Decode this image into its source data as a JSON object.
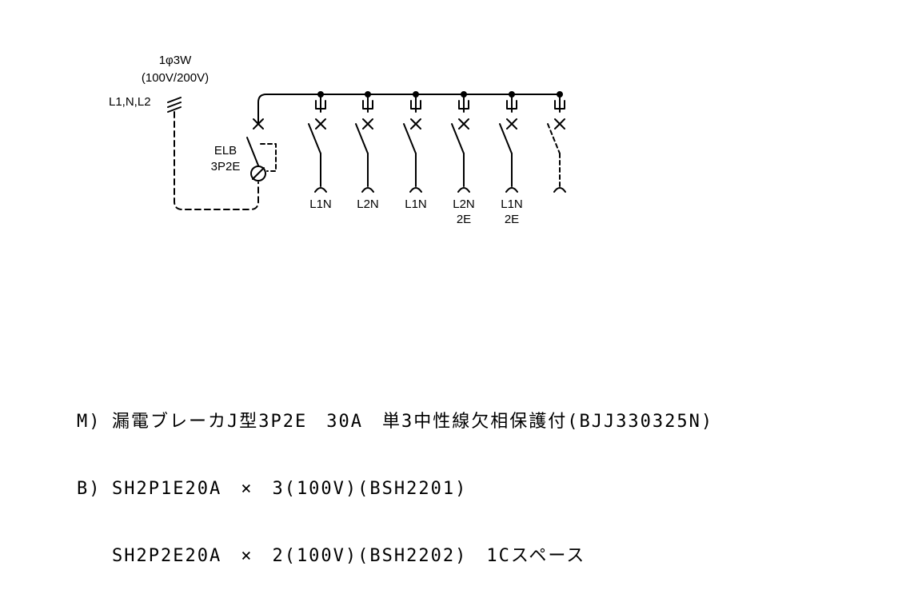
{
  "supply": {
    "phase": "1φ3W",
    "voltage": "(100V/200V)",
    "lines": "L1,N,L2"
  },
  "main_breaker": {
    "type": "ELB",
    "poles": "3P2E"
  },
  "branches": [
    {
      "label1": "L1N",
      "label2": "",
      "spare": false
    },
    {
      "label1": "L2N",
      "label2": "",
      "spare": false
    },
    {
      "label1": "L1N",
      "label2": "",
      "spare": false
    },
    {
      "label1": "L2N",
      "label2": "2E",
      "spare": false
    },
    {
      "label1": "L1N",
      "label2": "2E",
      "spare": false
    },
    {
      "label1": "",
      "label2": "",
      "spare": true
    }
  ],
  "spec": {
    "line1_prefix": "M)",
    "line1": "漏電ブレーカJ型3P2E　30A　単3中性線欠相保護付(BJJ330325N)",
    "line2_prefix": "B)",
    "line2": "SH2P1E20A　×　3(100V)(BSH2201)",
    "line3": "SH2P2E20A　×　2(100V)(BSH2202)　1Cスペース"
  }
}
